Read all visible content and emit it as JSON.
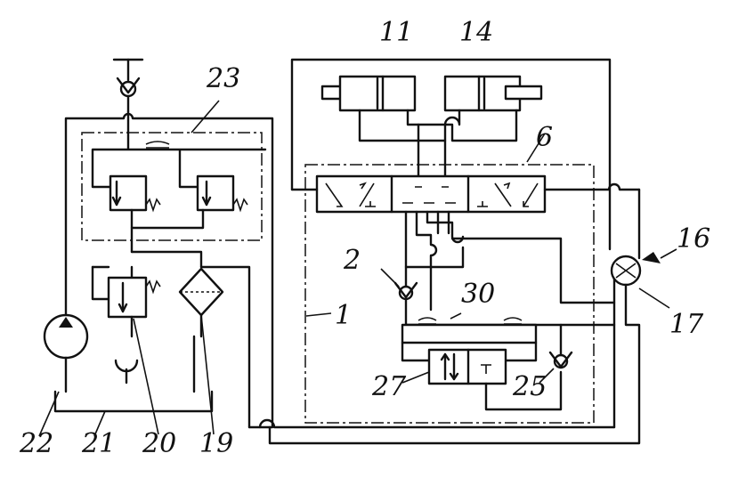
{
  "labels": {
    "l1": "1",
    "l2": "2",
    "l6": "6",
    "l11": "11",
    "l14": "14",
    "l16": "16",
    "l17": "17",
    "l19": "19",
    "l20": "20",
    "l21": "21",
    "l22": "22",
    "l23": "23",
    "l25": "25",
    "l27": "27",
    "l30": "30"
  }
}
